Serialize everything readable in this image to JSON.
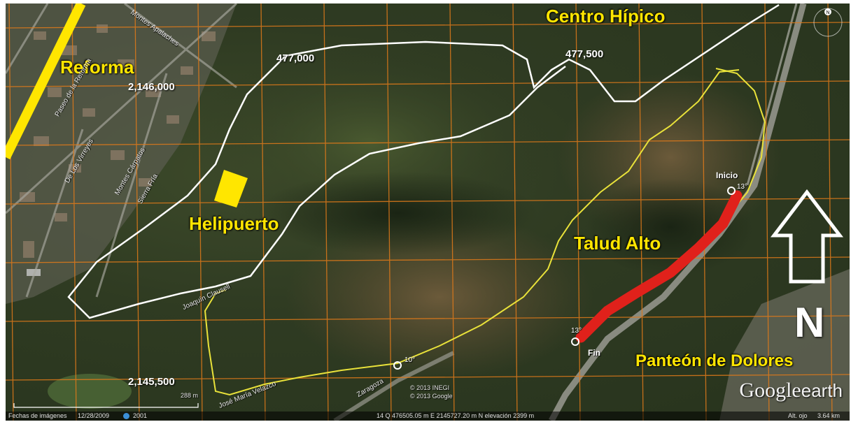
{
  "labels": {
    "reforma": "Reforma",
    "centro_hipico": "Centro Hípico",
    "helipuerto": "Helipuerto",
    "talud_alto": "Talud Alto",
    "panteon": "Panteón de Dolores",
    "inicio": "Inicio",
    "fin": "Fin",
    "north": "N"
  },
  "grid_coords": {
    "x_477000": "477,000",
    "x_477500": "477,500",
    "y_2146000": "2,146,000",
    "y_2145500": "2,145,500"
  },
  "markers": {
    "inicio_angle": "13°",
    "fin_angle": "13°",
    "mid_angle": "10°"
  },
  "streets": [
    "Montes Apalaches",
    "Paseo de la Reforma",
    "De Los Virreyes",
    "Montes Cárpatos",
    "Sierra Fría",
    "Joaquín Clausell",
    "José María Velazco",
    "Zaragoza"
  ],
  "copyright": [
    "© 2013 INEGI",
    "© 2013 Google"
  ],
  "scale_label": "288 m",
  "logo": {
    "google": "Google",
    "earth": "earth"
  },
  "statusbar": {
    "dates": "Fechas de imágenes",
    "date_value": "12/28/2009",
    "year": "2001",
    "coords": "14 Q 476505.05 m E 2145727.20 m N elevación  2399 m",
    "alt_label": "Alt. ojo",
    "alt_value": "3.64 km"
  },
  "colors": {
    "grid": "#e07a1a",
    "route_white": "#ffffff",
    "route_yellow": "#e9e23a",
    "slope_red": "#e0211b",
    "label_yellow": "#ffe600"
  }
}
